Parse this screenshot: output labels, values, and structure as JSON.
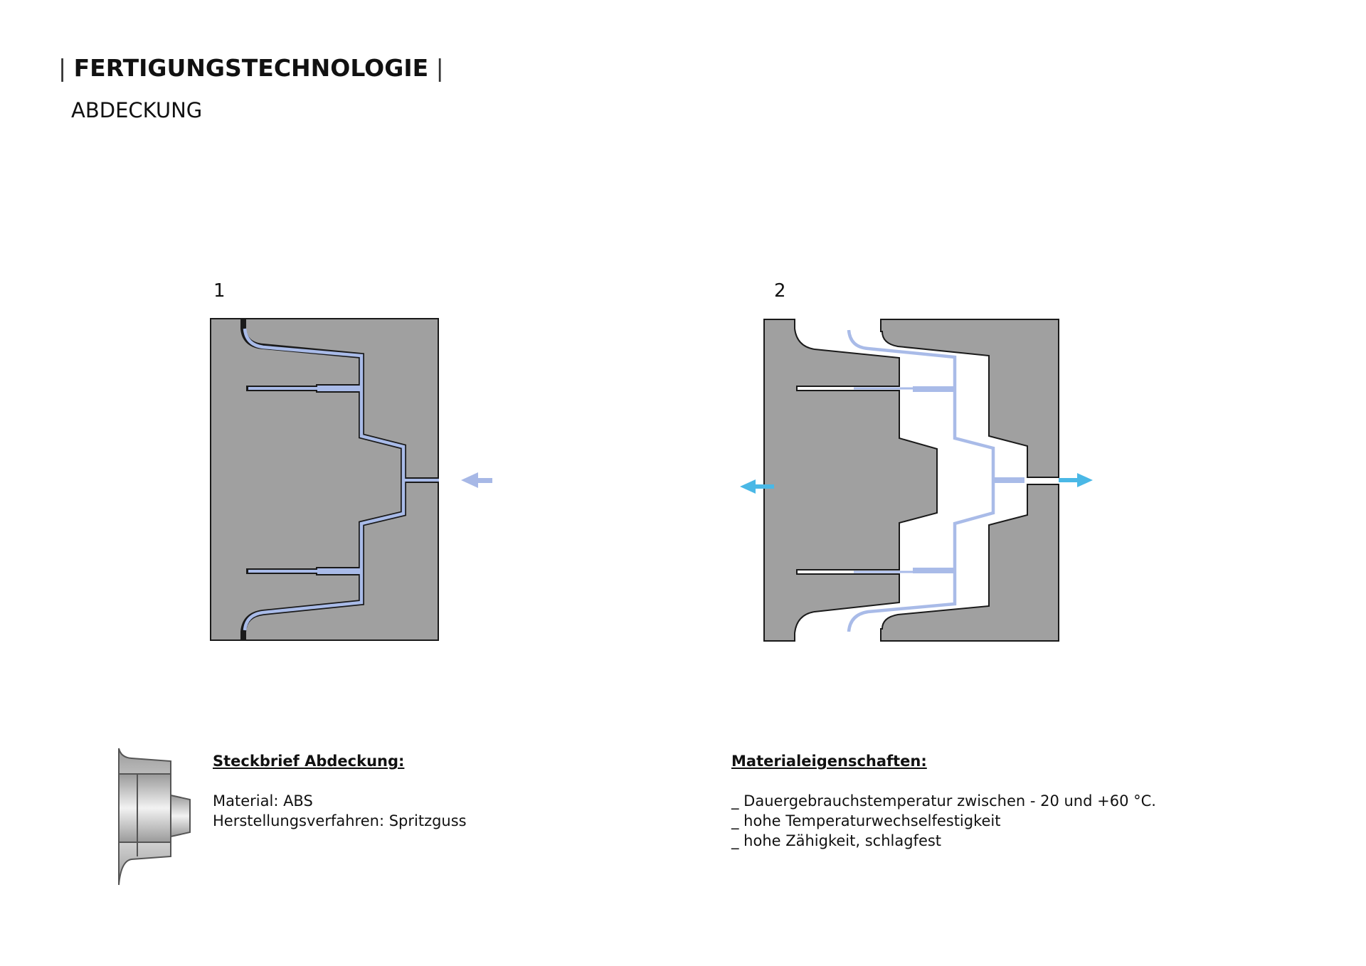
{
  "header": {
    "title": "FERTIGUNGSTECHNOLOGIE",
    "subtitle": "ABDECKUNG"
  },
  "diagrams": [
    {
      "label": "1",
      "arrow_color": "#a7b8e6"
    },
    {
      "label": "2",
      "arrow_color": "#4ab8e6"
    }
  ],
  "colors": {
    "mold": "#a0a0a0",
    "part": "#a9bbe8",
    "outline": "#1a1a1a"
  },
  "steckbrief": {
    "heading": "Steckbrief Abdeckung:",
    "lines": [
      "Material: ABS",
      "Herstellungsverfahren: Spritzguss"
    ]
  },
  "material": {
    "heading": "Materialeigenschaften:",
    "items": [
      "_ Dauergebrauchstemperatur zwischen - 20 und +60 °C.",
      "_ hohe Temperaturwechselfestigkeit",
      "_ hohe Zähigkeit, schlagfest"
    ]
  }
}
